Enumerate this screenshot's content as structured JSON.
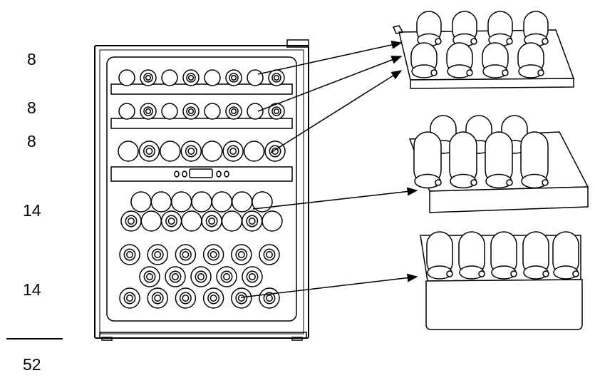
{
  "shelf_counts": [
    "8",
    "8",
    "8",
    "14",
    "14"
  ],
  "total": "52"
}
